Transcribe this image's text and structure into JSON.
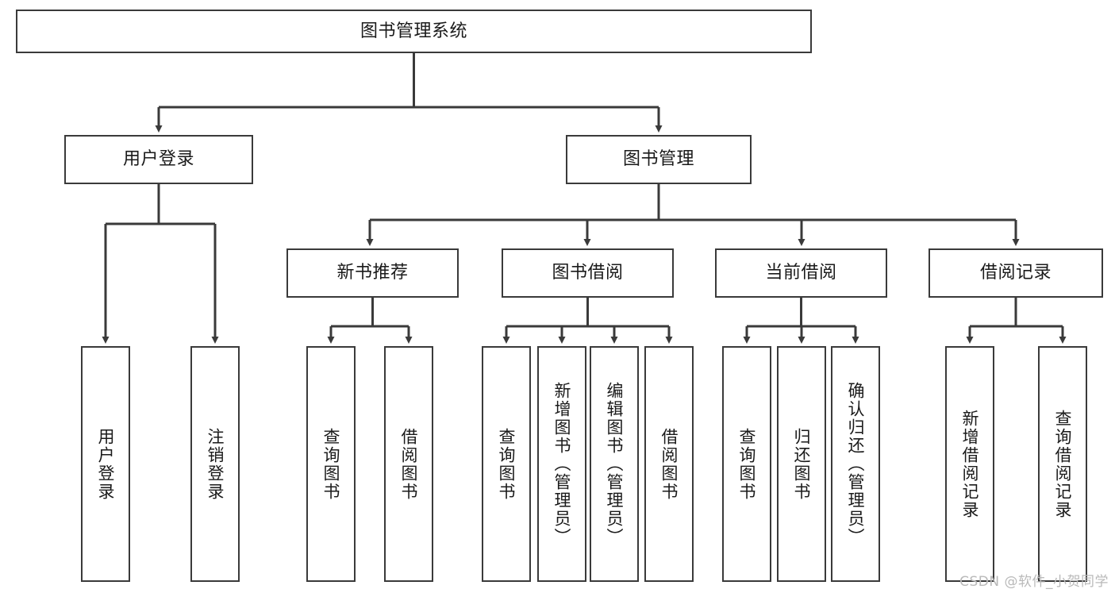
{
  "title": "图书管理系统",
  "watermark": "CSDN @软件_小贺同学",
  "colors": {
    "box_border": "#3a3a3a",
    "edge": "#3a3a3a",
    "background": "#ffffff",
    "text": "#1a1a1a",
    "watermark": "#b9b9b9"
  },
  "chart_data": {
    "type": "diagram",
    "diagram_kind": "tree-hierarchy",
    "title": "图书管理系统",
    "orientation": "top-down",
    "levels": 4,
    "nodes": [
      {
        "id": "root",
        "label": "图书管理系统",
        "level": 0,
        "parent": null
      },
      {
        "id": "login",
        "label": "用户登录",
        "level": 1,
        "parent": "root"
      },
      {
        "id": "bookmgmt",
        "label": "图书管理",
        "level": 1,
        "parent": "root"
      },
      {
        "id": "login-1",
        "label": "用户登录",
        "level": 2,
        "parent": "login"
      },
      {
        "id": "login-2",
        "label": "注销登录",
        "level": 2,
        "parent": "login"
      },
      {
        "id": "newbook",
        "label": "新书推荐",
        "level": 2,
        "parent": "bookmgmt"
      },
      {
        "id": "borrow",
        "label": "图书借阅",
        "level": 2,
        "parent": "bookmgmt"
      },
      {
        "id": "current",
        "label": "当前借阅",
        "level": 2,
        "parent": "bookmgmt"
      },
      {
        "id": "record",
        "label": "借阅记录",
        "level": 2,
        "parent": "bookmgmt"
      },
      {
        "id": "newbook-1",
        "label": "查询图书",
        "level": 3,
        "parent": "newbook"
      },
      {
        "id": "newbook-2",
        "label": "借阅图书",
        "level": 3,
        "parent": "newbook"
      },
      {
        "id": "borrow-1",
        "label": "查询图书",
        "level": 3,
        "parent": "borrow"
      },
      {
        "id": "borrow-2",
        "label": "新增图书（管理员）",
        "level": 3,
        "parent": "borrow"
      },
      {
        "id": "borrow-3",
        "label": "编辑图书（管理员）",
        "level": 3,
        "parent": "borrow"
      },
      {
        "id": "borrow-4",
        "label": "借阅图书",
        "level": 3,
        "parent": "borrow"
      },
      {
        "id": "current-1",
        "label": "查询图书",
        "level": 3,
        "parent": "current"
      },
      {
        "id": "current-2",
        "label": "归还图书",
        "level": 3,
        "parent": "current"
      },
      {
        "id": "current-3",
        "label": "确认归还（管理员）",
        "level": 3,
        "parent": "current"
      },
      {
        "id": "record-1",
        "label": "新增借阅记录",
        "level": 3,
        "parent": "record"
      },
      {
        "id": "record-2",
        "label": "查询借阅记录",
        "level": 3,
        "parent": "record"
      }
    ]
  },
  "nodes": {
    "root": {
      "label": "图书管理系统"
    },
    "login": {
      "label": "用户登录"
    },
    "bookmgmt": {
      "label": "图书管理"
    },
    "login_1": {
      "label": "用户登录"
    },
    "login_2": {
      "label": "注销登录"
    },
    "newbook": {
      "label": "新书推荐"
    },
    "borrow": {
      "label": "图书借阅"
    },
    "current": {
      "label": "当前借阅"
    },
    "record": {
      "label": "借阅记录"
    },
    "newbook_1": {
      "label": "查询图书"
    },
    "newbook_2": {
      "label": "借阅图书"
    },
    "borrow_1": {
      "label": "查询图书"
    },
    "borrow_2": {
      "label": "新增图书（管理员）"
    },
    "borrow_3": {
      "label": "编辑图书（管理员）"
    },
    "borrow_4": {
      "label": "借阅图书"
    },
    "current_1": {
      "label": "查询图书"
    },
    "current_2": {
      "label": "归还图书"
    },
    "current_3": {
      "label": "确认归还（管理员）"
    },
    "record_1": {
      "label": "新增借阅记录"
    },
    "record_2": {
      "label": "查询借阅记录"
    }
  }
}
